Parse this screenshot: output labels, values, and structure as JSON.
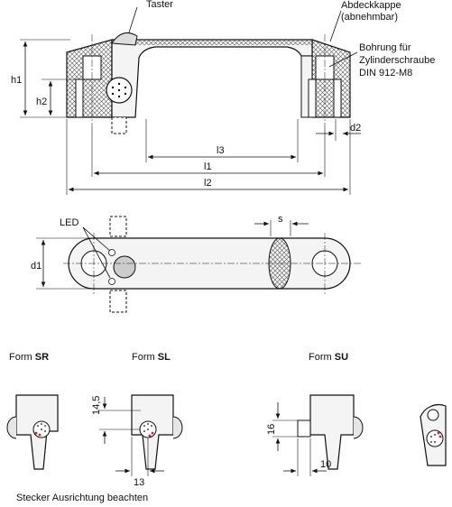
{
  "callouts": {
    "button": "Taster",
    "cap_line1": "Abdeckkappe",
    "cap_line2": "(abnehmbar)",
    "bore_line1": "Bohrung für",
    "bore_line2": "Zylinderschraube",
    "bore_line3": "DIN 912-M8",
    "led": "LED"
  },
  "dimensions": {
    "h1": "h1",
    "h2": "h2",
    "d2": "d2",
    "l3": "l3",
    "l1": "l1",
    "l2": "l2",
    "s": "s",
    "d1": "d1",
    "sl_height": "14,5",
    "sl_width": "13",
    "su_height": "16",
    "su_width": "10"
  },
  "forms": {
    "sr_prefix": "Form",
    "sr_code": "SR",
    "sl_prefix": "Form",
    "sl_code": "SL",
    "su_prefix": "Form",
    "su_code": "SU"
  },
  "note": "Stecker Ausrichtung beachten",
  "colors": {
    "ink": "#111111",
    "hatch": "#555555",
    "body_fill": "#f4f4f4",
    "led_red": "#d0202a"
  }
}
